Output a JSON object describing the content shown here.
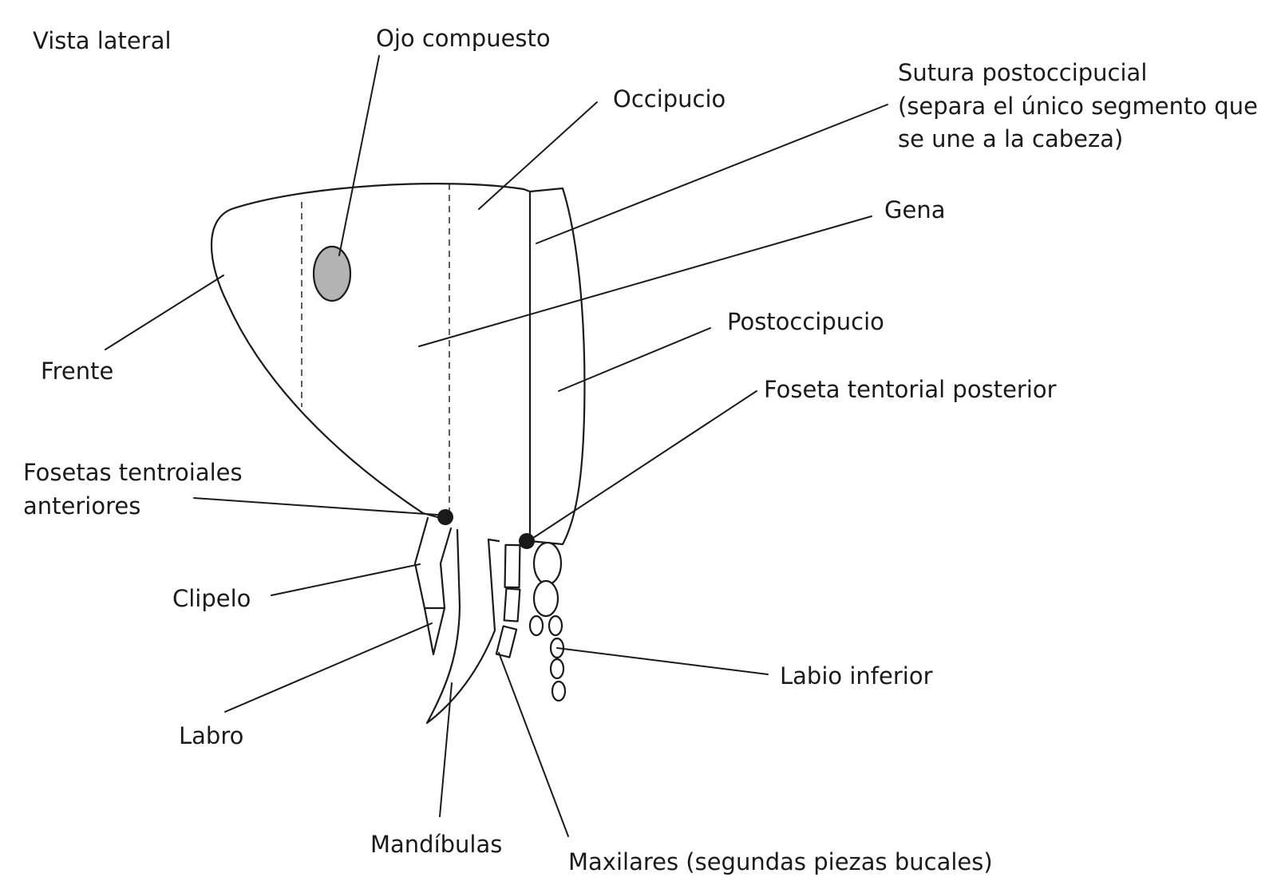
{
  "view_title": "Vista lateral",
  "colors": {
    "line": "#1a1a1a",
    "eye_fill": "#b3b3b3",
    "background": "#ffffff"
  },
  "labels": {
    "ojo_compuesto": "Ojo compuesto",
    "occipucio": "Occipucio",
    "sutura_line1": "Sutura postoccipucial",
    "sutura_line2": "(separa el único segmento que",
    "sutura_line3": "se une a la cabeza)",
    "gena": "Gena",
    "postoccipucio": "Postoccipucio",
    "frente": "Frente",
    "foseta_posterior": "Foseta tentorial posterior",
    "fosetas_anteriores_line1": "Fosetas tentroiales",
    "fosetas_anteriores_line2": "anteriores",
    "clipelo": "Clipelo",
    "labro": "Labro",
    "labio_inferior": "Labio inferior",
    "mandibulas": "Mandíbulas",
    "maxilares": "Maxilares (segundas piezas bucales)"
  }
}
